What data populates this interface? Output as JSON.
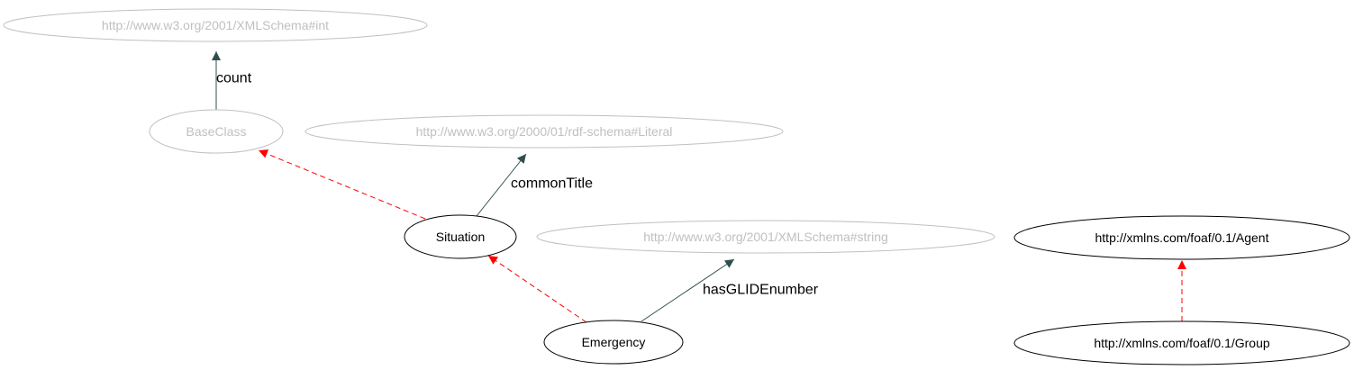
{
  "nodes": {
    "xsd_int": {
      "label": "http://www.w3.org/2001/XMLSchema#int",
      "style": "external"
    },
    "base_class": {
      "label": "BaseClass",
      "style": "external"
    },
    "rdfs_literal": {
      "label": "http://www.w3.org/2000/01/rdf-schema#Literal",
      "style": "external"
    },
    "situation": {
      "label": "Situation",
      "style": "internal"
    },
    "xsd_string": {
      "label": "http://www.w3.org/2001/XMLSchema#string",
      "style": "external"
    },
    "emergency": {
      "label": "Emergency",
      "style": "internal"
    },
    "foaf_agent": {
      "label": "http://xmlns.com/foaf/0.1/Agent",
      "style": "internal"
    },
    "foaf_group": {
      "label": "http://xmlns.com/foaf/0.1/Group",
      "style": "internal"
    }
  },
  "edges": {
    "count": {
      "label": "count",
      "from": "base_class",
      "to": "xsd_int",
      "kind": "property"
    },
    "common_title": {
      "label": "commonTitle",
      "from": "situation",
      "to": "rdfs_literal",
      "kind": "property"
    },
    "has_glide_number": {
      "label": "hasGLIDEnumber",
      "from": "emergency",
      "to": "xsd_string",
      "kind": "property"
    },
    "situation_subclass": {
      "label": "",
      "from": "situation",
      "to": "base_class",
      "kind": "subclass"
    },
    "emergency_subclass": {
      "label": "",
      "from": "emergency",
      "to": "situation",
      "kind": "subclass"
    },
    "group_subclass": {
      "label": "",
      "from": "foaf_group",
      "to": "foaf_agent",
      "kind": "subclass"
    }
  },
  "colors": {
    "external_stroke": "#c0c0c0",
    "internal_stroke": "#000000",
    "property_edge": "#2f4f4f",
    "subclass_edge": "#ff0000"
  }
}
